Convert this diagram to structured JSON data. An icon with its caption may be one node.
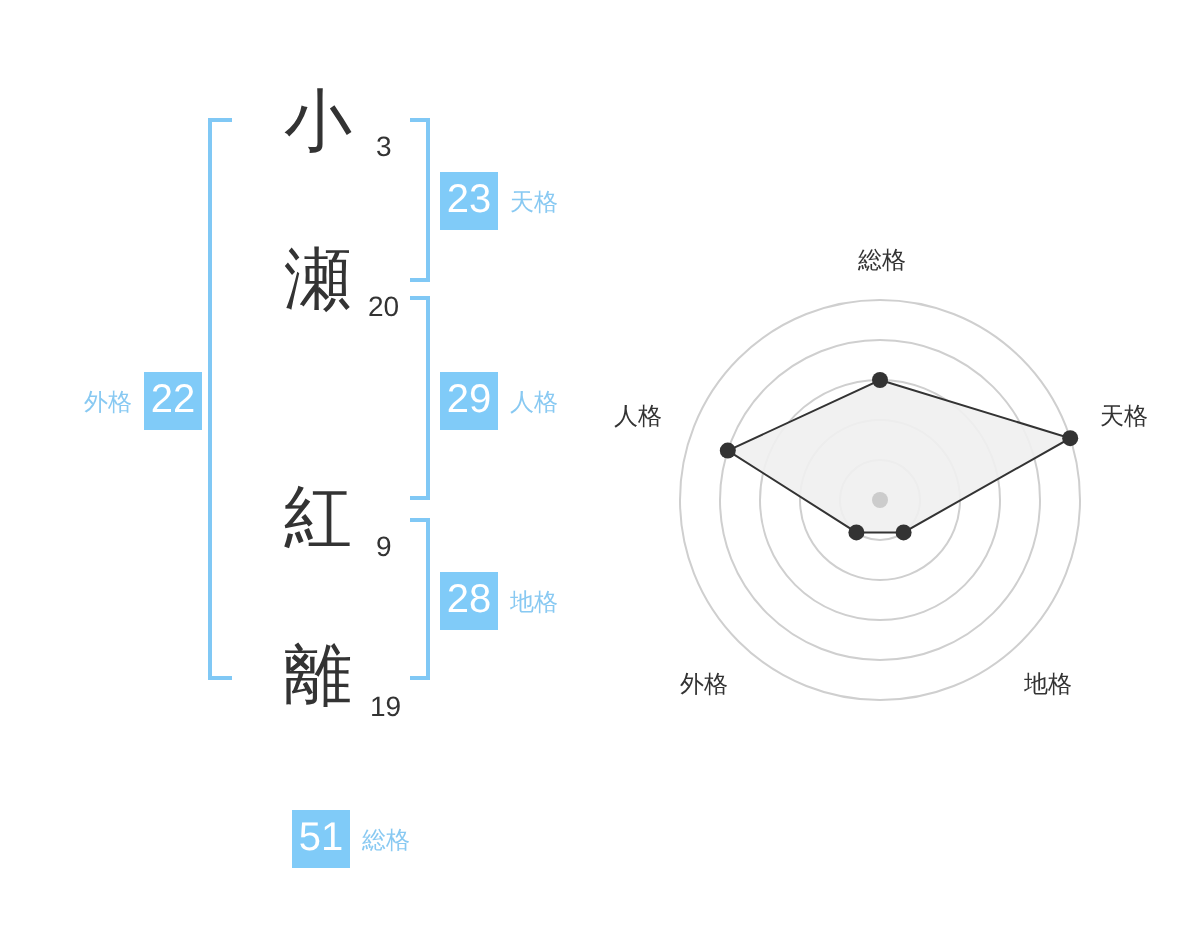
{
  "diagram": {
    "nodes": [
      {
        "text": [
          "23"
        ],
        "beside": [
          "天格"
        ]
      },
      {
        "text": [
          "22"
        ],
        "beside": [
          "外格"
        ]
      },
      {
        "text": [
          "29"
        ],
        "beside": [
          "人格"
        ]
      },
      {
        "text": [
          "28"
        ],
        "beside": [
          "地格"
        ]
      },
      {
        "text": [
          "51"
        ],
        "beside": [
          "総格"
        ]
      }
    ],
    "edges": [],
    "labels": [
      "小",
      "3",
      "瀬",
      "20",
      "紅",
      "9",
      "離",
      "19",
      "総格",
      "人格",
      "天格",
      "外格",
      "地格"
    ]
  }
}
